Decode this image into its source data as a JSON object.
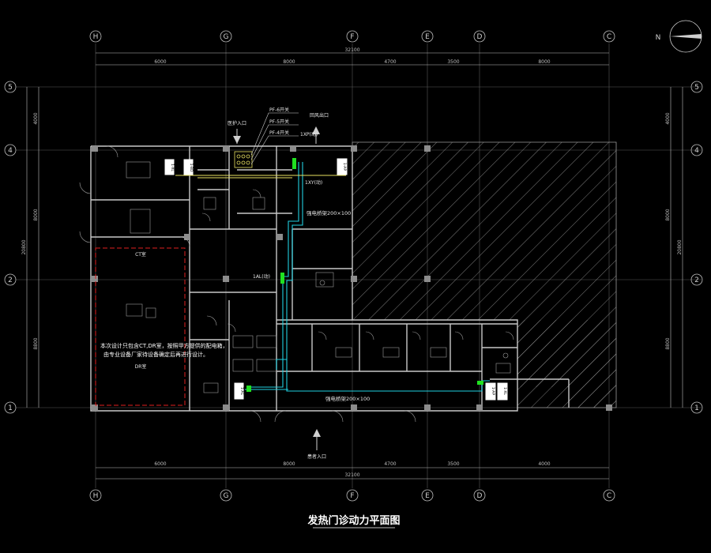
{
  "title": "发热门诊动力平面图",
  "dims": {
    "top_total": "32100",
    "top": [
      "6000",
      "8000",
      "4700",
      "3500",
      "8000"
    ],
    "bottom_total": "32100",
    "bottom": [
      "6000",
      "8000",
      "4700",
      "3500",
      "4000"
    ],
    "left_total": "20800",
    "left": [
      "4000",
      "8000",
      "8800"
    ],
    "right_total": "20800",
    "right": [
      "4000",
      "8000",
      "8800"
    ]
  },
  "grid": {
    "cols": [
      "H",
      "G",
      "F",
      "E",
      "D",
      "C"
    ],
    "rows": [
      "5",
      "4",
      "2",
      "1"
    ]
  },
  "compass_n": "N",
  "labels": {
    "switch6": "PF-6开关",
    "switch5": "PF-5开关",
    "switch4": "PF-4开关",
    "ret_return": "回风出口",
    "arrow_in_top": "医护入口",
    "cable_1": "1XP(动)",
    "cable_2": "1XY(动)",
    "cable_3": "1AL(动)",
    "tray_top": "强电桥架200×100",
    "tray_bottom": "强电桥架200×100",
    "patient_entry": "患者入口",
    "ct_room": "CT室",
    "wall_note_1": "本次设计只包含CT,DR室，按照甲方提供的配电箱，",
    "wall_note_2": "由专业设备厂家待设备确定后再进行设计。",
    "dr_room": "DR室"
  },
  "panels": [
    {
      "id": "p1",
      "label": "1-XL"
    },
    {
      "id": "p2",
      "label": "1-BD"
    },
    {
      "id": "p3",
      "label": "1-AP"
    },
    {
      "id": "p4",
      "label": "1-AL"
    },
    {
      "id": "p5",
      "label": "1-AP"
    },
    {
      "id": "p6",
      "label": "1-XL"
    }
  ],
  "colors": {
    "wall": "#c8c8c8",
    "cable_cyan": "#20d0e0",
    "cable_yellow": "#e8e060",
    "red_dash": "#e02020",
    "green": "#20e020"
  }
}
